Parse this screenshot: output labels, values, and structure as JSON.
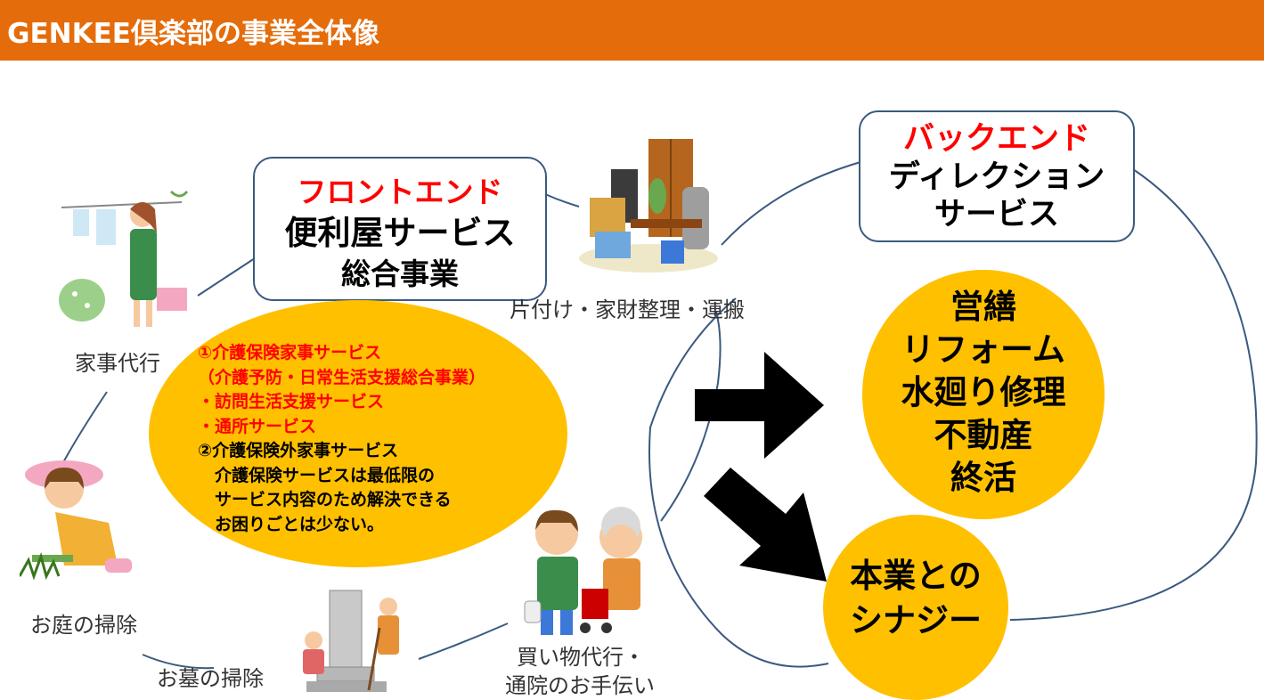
{
  "header": {
    "title": "GENKEE倶楽部の事業全体像",
    "color": "#e46c0a"
  },
  "frontend_box": {
    "line1": "フロントエンド",
    "line2": "便利屋サービス",
    "line3": "総合事業"
  },
  "backend_box": {
    "line1": "バックエンド",
    "line2": "ディレクション",
    "line3": "サービス"
  },
  "ellipse": {
    "lines": [
      "①介護保険家事サービス",
      "（介護予防・日常生活支援総合事業）",
      "・訪問生活支援サービス",
      "・通所サービス",
      "②介護保険外家事サービス",
      "　介護保険サービスは最低限の",
      "　サービス内容のため解決できる",
      "　お困りごとは少ない。"
    ]
  },
  "services": {
    "housework": "家事代行",
    "tidying": "片付け・家財整理・運搬",
    "garden": "お庭の掃除",
    "grave": "お墓の掃除",
    "shopping_line1": "買い物代行・",
    "shopping_line2": "通院のお手伝い"
  },
  "backend_circle": {
    "items": [
      "営繕",
      "リフォーム",
      "水廻り修理",
      "不動産",
      "終活"
    ]
  },
  "synergy_circle": {
    "line1": "本業との",
    "line2": "シナジー"
  },
  "colors": {
    "accent": "#e46c0a",
    "highlight": "#ffc000",
    "emphasis_text": "#ff0000",
    "outline": "#3a5a80"
  },
  "icons": [
    "laundry-woman-icon",
    "furniture-pile-icon",
    "gardening-woman-icon",
    "grave-cleaning-icon",
    "caregiver-elder-icon",
    "arrow-right-icon",
    "arrow-down-right-icon"
  ]
}
